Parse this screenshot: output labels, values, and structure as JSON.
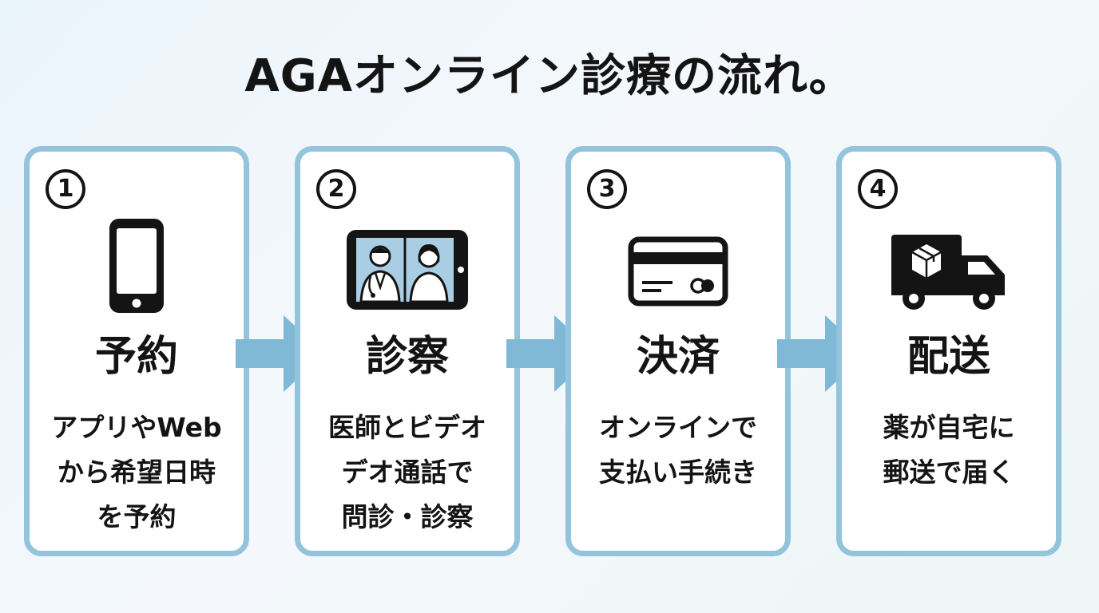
{
  "title": "AGAオンライン診療の流れ。",
  "steps": [
    {
      "number": "1",
      "label": "予約",
      "icon": "smartphone-icon",
      "lines": [
        "アプリやWeb",
        "から希望日時",
        "を予約"
      ]
    },
    {
      "number": "2",
      "label": "診察",
      "icon": "video-call-tablet-icon",
      "lines": [
        "医師とビデオ",
        "デオ通話で",
        "問診・診察"
      ]
    },
    {
      "number": "3",
      "label": "決済",
      "icon": "credit-card-icon",
      "lines": [
        "オンラインで",
        "支払い手続き"
      ]
    },
    {
      "number": "4",
      "label": "配送",
      "icon": "delivery-truck-icon",
      "lines": [
        "薬が自宅に",
        "郵送で届く"
      ]
    }
  ],
  "colors": {
    "card_border": "#93c4dc",
    "arrow": "#7fb9d6",
    "ink": "#141414",
    "screen_fill": "#a9cde2"
  }
}
